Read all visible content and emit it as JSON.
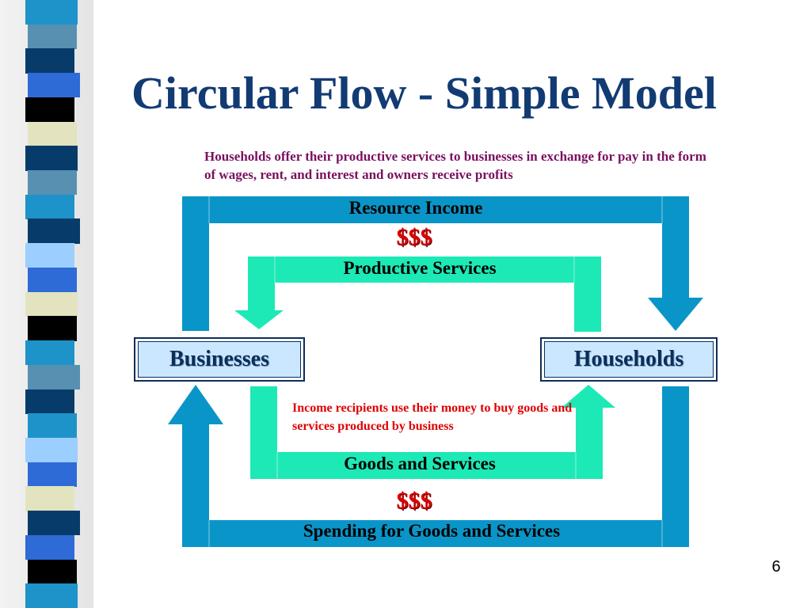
{
  "slide": {
    "title": "Circular Flow - Simple Model",
    "page_number": "6"
  },
  "notes": {
    "top": "Households offer their productive services to businesses in exchange for pay in the form of wages, rent, and interest and owners receive profits",
    "middle": "Income recipients use their money to buy goods and services produced by business"
  },
  "flows": {
    "resource_income": "Resource Income",
    "productive_services": "Productive Services",
    "goods_and_services": "Goods and Services",
    "spending": "Spending for Goods and Services",
    "money_symbol": "$$$"
  },
  "nodes": {
    "businesses": "Businesses",
    "households": "Households"
  },
  "colors": {
    "title": "#123b73",
    "money_flow": "#0a95c8",
    "real_flow": "#1de9b6",
    "note_top": "#7a1060",
    "note_middle": "#e00000",
    "node_fill": "#cbe7ff",
    "node_border": "#0c2e57"
  },
  "decor": {
    "stripe_colors": [
      "#1e93c9",
      "#5790b0",
      "#073c6a",
      "#2e6bd6",
      "#000000",
      "#e3e3bf",
      "#073c6a",
      "#5790b0",
      "#1e93c9",
      "#073c6a",
      "#9ccfff",
      "#2e6bd6",
      "#e3e3bf",
      "#000000",
      "#1e93c9",
      "#5790b0",
      "#073c6a",
      "#1e93c9",
      "#9ccfff",
      "#2e6bd6",
      "#e3e3bf",
      "#073c6a",
      "#2e6bd6",
      "#000000",
      "#1e93c9"
    ]
  }
}
